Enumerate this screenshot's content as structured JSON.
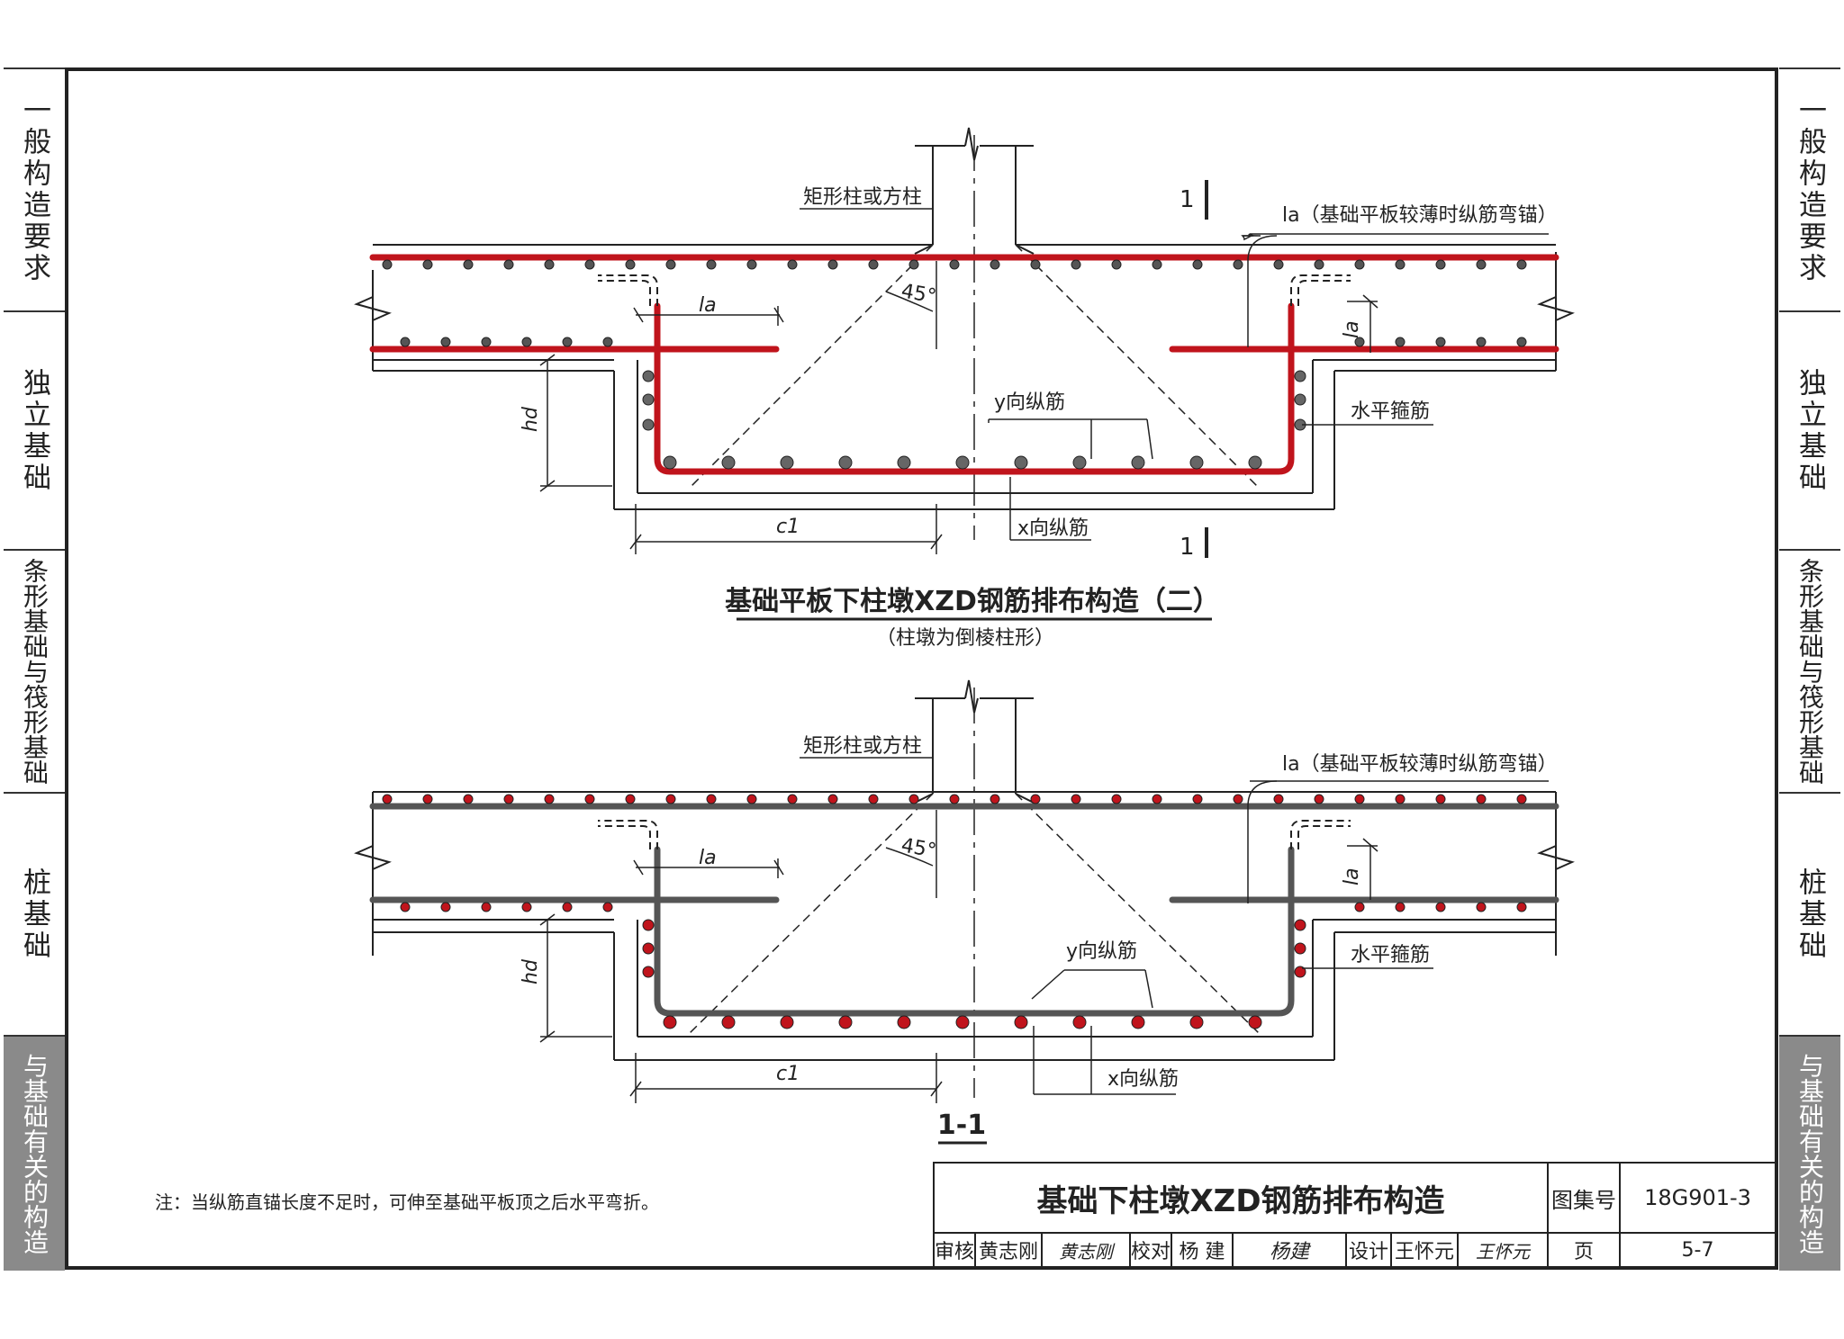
{
  "side_tabs": [
    {
      "label": "一般构造要求",
      "active": false
    },
    {
      "label": "独立基础",
      "active": false
    },
    {
      "label": "条形基础与筏形基础",
      "active": false
    },
    {
      "label": "桩基础",
      "active": false
    },
    {
      "label": "与基础有关的构造",
      "active": true
    }
  ],
  "diagram_top": {
    "column_label": "矩形柱或方柱",
    "anchor_note": "la（基础平板较薄时纵筋弯锚）",
    "section_mark": "1",
    "angle_label": "45°",
    "la_label": "la",
    "hd_label": "hd",
    "c1_label": "c1",
    "y_rebar_label": "y向纵筋",
    "x_rebar_label": "x向纵筋",
    "stirrup_label": "水平箍筋",
    "title": "基础平板下柱墩XZD钢筋排布构造（二）",
    "subtitle": "（柱墩为倒棱柱形）"
  },
  "diagram_bottom": {
    "column_label": "矩形柱或方柱",
    "anchor_note": "la（基础平板较薄时纵筋弯锚）",
    "angle_label": "45°",
    "la_label": "la",
    "hd_label": "hd",
    "c1_label": "c1",
    "y_rebar_label": "y向纵筋",
    "x_rebar_label": "x向纵筋",
    "stirrup_label": "水平箍筋",
    "section_title": "1-1"
  },
  "note": "注：当纵筋直锚长度不足时，可伸至基础平板顶之后水平弯折。",
  "title_block": {
    "drawing_title": "基础下柱墩XZD钢筋排布构造",
    "atlas_label": "图集号",
    "atlas_no": "18G901-3",
    "review_label": "审核",
    "reviewer": "黄志刚",
    "reviewer_sign": "黄志刚",
    "check_label": "校对",
    "checker": "杨 建",
    "checker_sign": "杨建",
    "design_label": "设计",
    "designer": "王怀元",
    "designer_sign": "王怀元",
    "page_label": "页",
    "page_no": "5-7"
  },
  "colors": {
    "rebar_red": "#c0141c",
    "rebar_dark": "#555555",
    "line": "#222222",
    "active_tab": "#8a8a8a"
  }
}
